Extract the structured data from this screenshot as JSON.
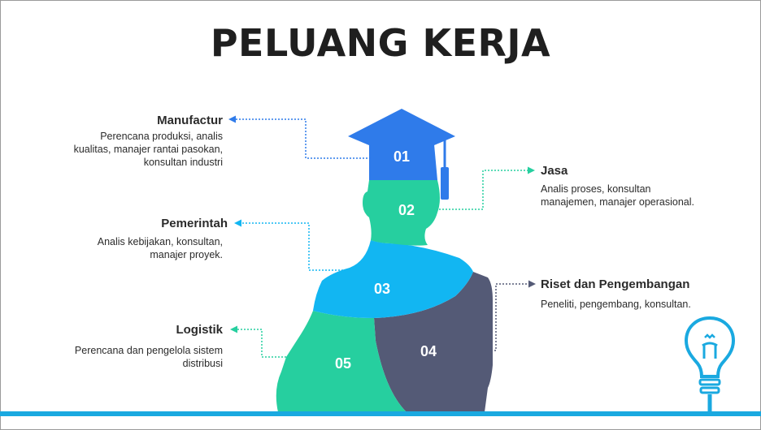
{
  "title": "PELUANG KERJA",
  "colors": {
    "blue": "#2f7bea",
    "green": "#26cf9f",
    "cyan": "#12b6f2",
    "slate": "#545a76",
    "line": "#1aa9e0"
  },
  "segments": [
    {
      "num": "01",
      "title": "Manufactur",
      "desc": [
        "Perencana produksi, analis",
        "kualitas, manajer rantai pasokan,",
        "konsultan industri"
      ]
    },
    {
      "num": "02",
      "title": "Jasa",
      "desc": [
        "Analis proses, konsultan",
        "manajemen, manajer operasional."
      ]
    },
    {
      "num": "03",
      "title": "Pemerintah",
      "desc": [
        "Analis kebijakan, konsultan,",
        "manajer proyek."
      ]
    },
    {
      "num": "04",
      "title": "Riset dan Pengembangan",
      "desc": [
        "Peneliti, pengembang, konsultan."
      ]
    },
    {
      "num": "05",
      "title": "Logistik",
      "desc": [
        "Perencana dan pengelola sistem",
        "distribusi"
      ]
    }
  ],
  "icons": {
    "figure": "graduate-silhouette-icon",
    "bulb": "light-bulb-icon"
  }
}
